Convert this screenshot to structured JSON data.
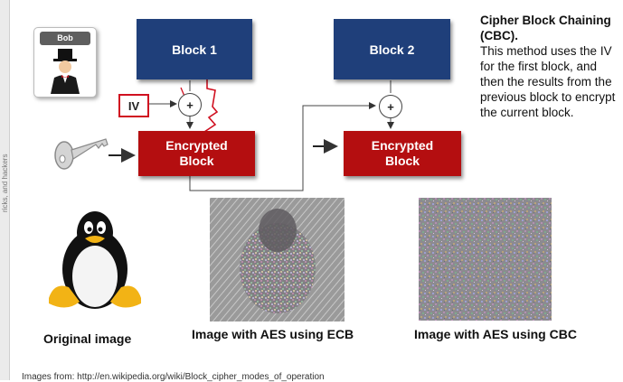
{
  "sidebar": {
    "vertical_text": "ricks, and hackers"
  },
  "bob": {
    "name": "Bob"
  },
  "diagram": {
    "block1": "Block 1",
    "block2": "Block 2",
    "enc1": "Encrypted\nBlock",
    "enc2": "Encrypted\nBlock",
    "xor_symbol": "+",
    "iv": "IV"
  },
  "description": {
    "title": "Cipher Block Chaining (CBC).",
    "body": "This method uses the IV for the first block, and then the results from the previous block to encrypt the current block."
  },
  "images": [
    {
      "caption": "Original image"
    },
    {
      "caption": "Image with AES using ECB"
    },
    {
      "caption": "Image with AES using CBC"
    }
  ],
  "source_line": "Images from: http://en.wikipedia.org/wiki/Block_cipher_modes_of_operation",
  "colors": {
    "block_blue": "#1f3f7a",
    "enc_red": "#b40e10",
    "annotation_red": "#d01020"
  },
  "icons": [
    "person-top-hat-icon",
    "key-icon",
    "tux-penguin-icon"
  ]
}
